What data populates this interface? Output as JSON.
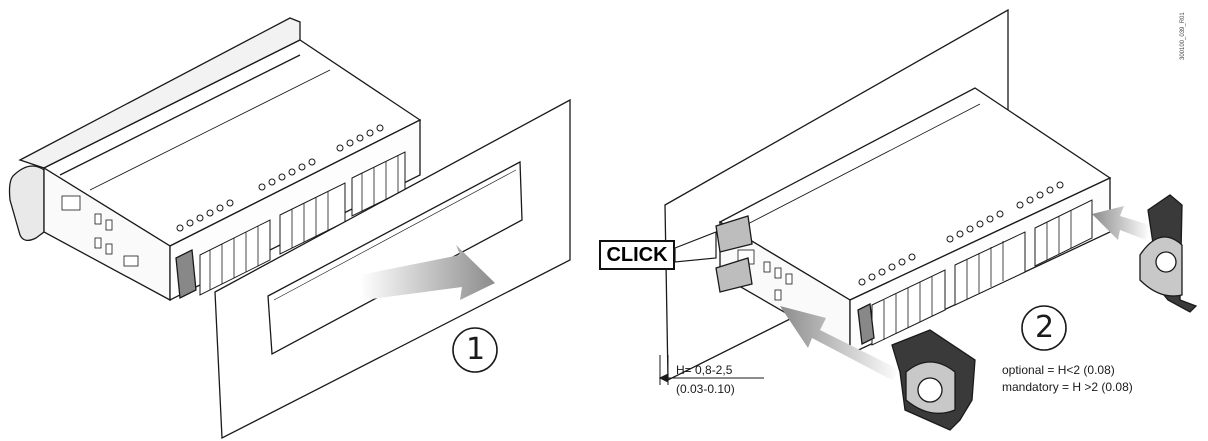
{
  "labels": {
    "step1": "1",
    "step2": "2",
    "click": "CLICK",
    "thickness_mm": "H= 0,8-2,5",
    "thickness_in": "(0.03-0.10)",
    "optional_note": "optional = H<2 (0.08)",
    "mandatory_note": "mandatory = H >2 (0.08)",
    "drawing_code": "300100_039_R01"
  },
  "colors": {
    "line": "#1a1a1a",
    "arrow": "#9a9a9a",
    "panel": "#ffffff",
    "device_body": "#ffffff",
    "bracket_dark": "#2a2a2a",
    "clip_fill": "#bdbdbd"
  }
}
